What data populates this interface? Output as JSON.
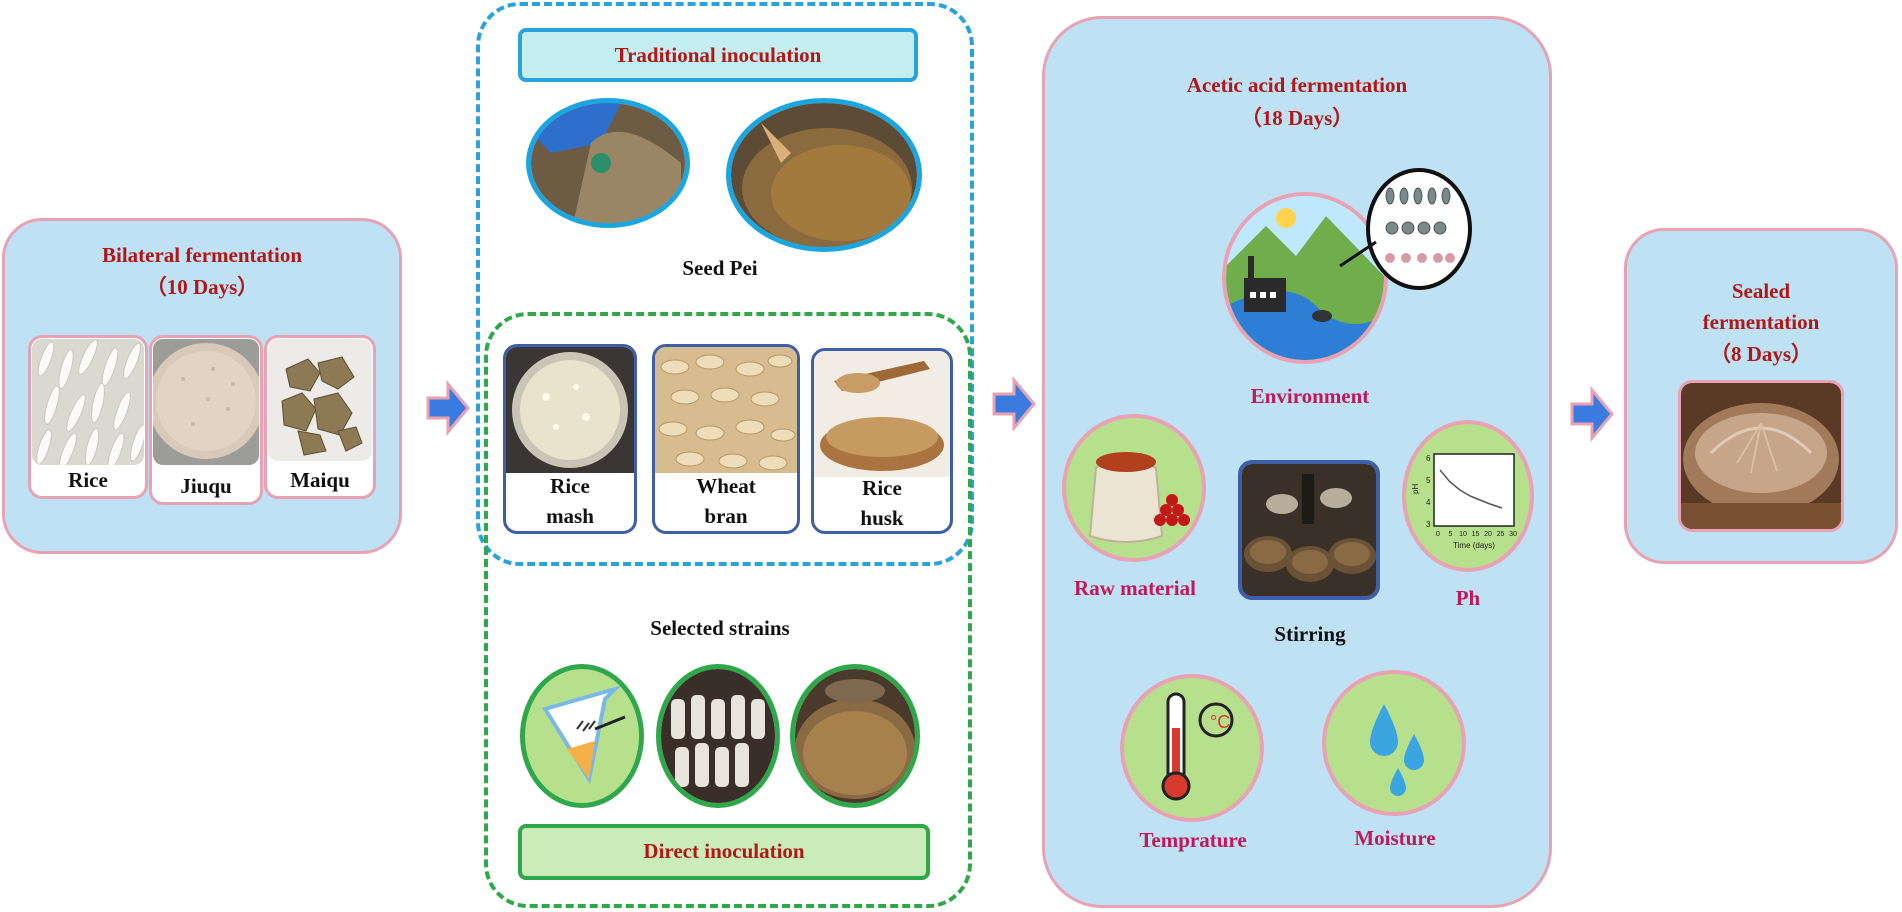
{
  "bilateral": {
    "title": "Bilateral fermentation",
    "duration": "（10 Days）",
    "items": [
      "Rice",
      "Jiuqu",
      "Maiqu"
    ]
  },
  "inoculation": {
    "traditional_label": "Traditional inoculation",
    "seed_label": "Seed Pei",
    "materials": [
      {
        "line1": "Rice",
        "line2": "mash"
      },
      {
        "line1": "Wheat",
        "line2": "bran"
      },
      {
        "line1": "Rice",
        "line2": "husk"
      }
    ],
    "selected_label": "Selected strains",
    "direct_label": "Direct inoculation"
  },
  "acetic": {
    "title": "Acetic acid fermentation",
    "duration": "（18 Days）",
    "factors": {
      "environment": "Environment",
      "raw_material": "Raw material",
      "stirring": "Stirring",
      "ph": "Ph",
      "temperature": "Temprature",
      "moisture": "Moisture"
    },
    "ph_plot": {
      "ylabel": "pH",
      "xlabel": "Time (days)",
      "yticks": [
        "6",
        "5",
        "4",
        "3"
      ],
      "xticks": [
        "0",
        "5",
        "10",
        "15",
        "20",
        "25",
        "30"
      ]
    }
  },
  "sealed": {
    "title_line1": "Sealed",
    "title_line2": "fermentation",
    "duration": "（8 Days）"
  },
  "colors": {
    "panel_fill": "#bfe1f4",
    "panel_border": "#e8a2b3",
    "title_red": "#b01818",
    "factor_pink": "#c2185b",
    "arrow_blue": "#3a7be0",
    "dash_blue": "#29a3dc",
    "dash_green": "#2fa84a",
    "circle_green": "#b7e08c"
  }
}
